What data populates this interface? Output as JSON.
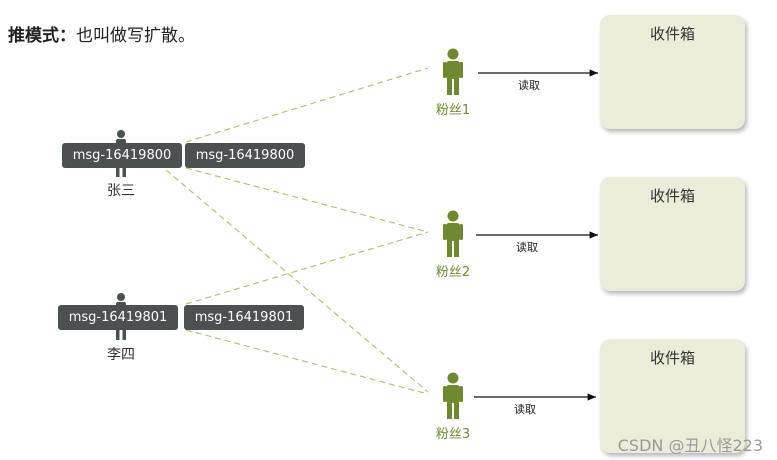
{
  "heading": {
    "bold": "推模式：",
    "rest": "也叫做写扩散。"
  },
  "senders": [
    {
      "name": "张三",
      "msg": "msg-16419800",
      "copy": "msg-16419800"
    },
    {
      "name": "李四",
      "msg": "msg-16419801",
      "copy": "msg-16419801"
    }
  ],
  "fans": [
    {
      "name": "粉丝1",
      "action": "读取",
      "inbox": "收件箱"
    },
    {
      "name": "粉丝2",
      "action": "读取",
      "inbox": "收件箱"
    },
    {
      "name": "粉丝3",
      "action": "读取",
      "inbox": "收件箱"
    }
  ],
  "colors": {
    "fan": "#6f8a2e",
    "sender": "#4b5050",
    "inbox": "#ebedd9",
    "line": "#a7c26a"
  },
  "watermark": "CSDN @丑八怪223"
}
